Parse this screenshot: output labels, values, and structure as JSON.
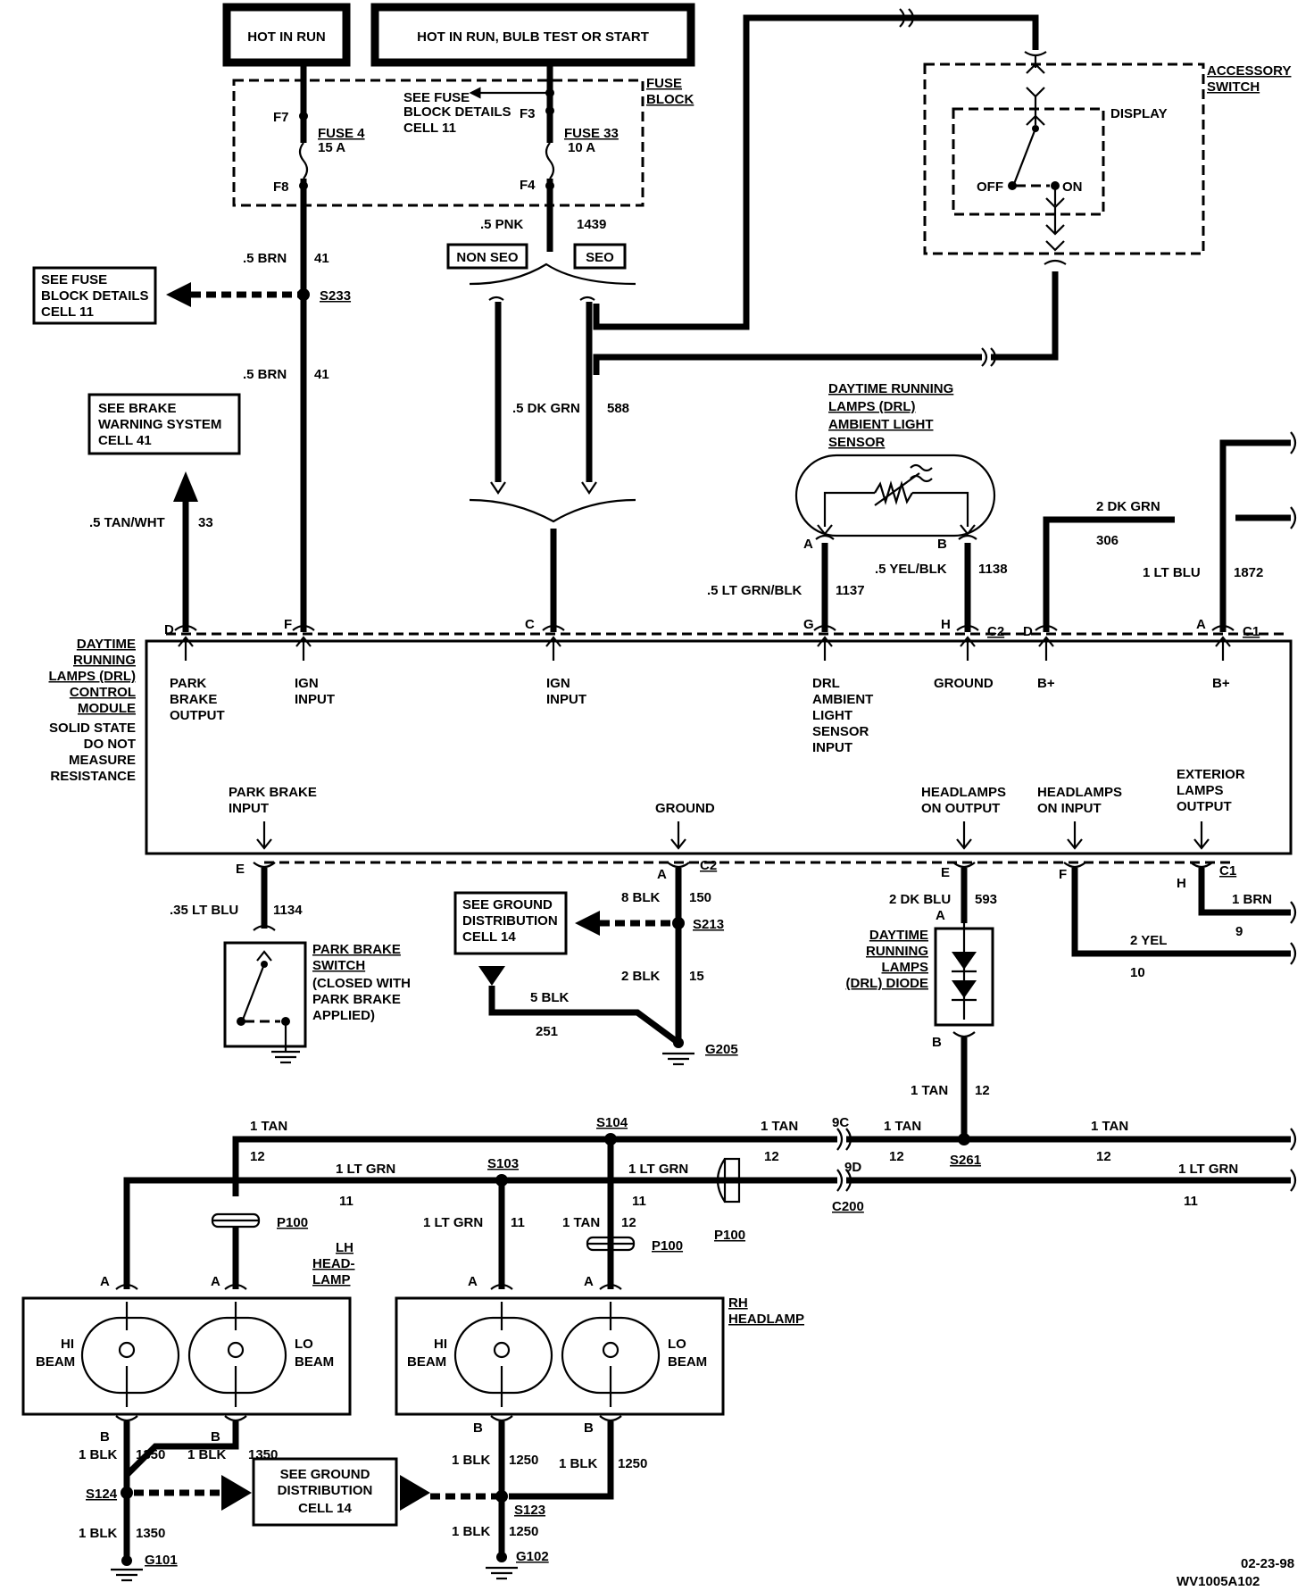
{
  "top_boxes": {
    "hot_in_run": "HOT IN RUN",
    "hot_in_run_bulb": "HOT IN RUN, BULB TEST OR START"
  },
  "fuse_block": {
    "title_1": "FUSE",
    "title_2": "BLOCK",
    "f7": "F7",
    "f8": "F8",
    "f3": "F3",
    "f4": "F4",
    "fuse4_name": "FUSE 4",
    "fuse4_amp": "15 A",
    "fuse33_name": "FUSE 33",
    "fuse33_amp": "10 A",
    "see_1": "SEE FUSE",
    "see_2": "BLOCK DETAILS",
    "see_3": "CELL 11"
  },
  "wires": {
    "brn41_size": ".5 BRN",
    "brn41_num": "41",
    "pnk_size": ".5 PNK",
    "pnk_num": "1439",
    "dkgrn_size": ".5 DK GRN",
    "dkgrn_num": "588",
    "tanwht_size": ".5 TAN/WHT",
    "tanwht_num": "33",
    "ltgrnblk_size": ".5 LT GRN/BLK",
    "ltgrnblk_num": "1137",
    "yelblk_size": ".5 YEL/BLK",
    "yelblk_num": "1138",
    "dkgrn2_size": "2 DK GRN",
    "dkgrn2_num": "306",
    "ltblu1_size": "1 LT BLU",
    "ltblu1_num": "1872",
    "ltblu35_size": ".35 LT BLU",
    "ltblu35_num": "1134",
    "blk8_size": "8 BLK",
    "blk8_num": "150",
    "blk2_size": "2 BLK",
    "blk2_num": "15",
    "blk5_size": "5 BLK",
    "blk5_num": "251",
    "dkblu_size": "2 DK BLU",
    "dkblu_num": "593",
    "brn1_size": "1 BRN",
    "brn1_num": "9",
    "yel2_size": "2 YEL",
    "yel2_num": "10",
    "tan1_size": "1 TAN",
    "tan1_num": "12",
    "ltgrn1_size": "1 LT GRN",
    "ltgrn1_num": "11",
    "blk1_size": "1 BLK",
    "blk1350": "1350",
    "blk1250": "1250"
  },
  "options": {
    "non_seo": "NON SEO",
    "seo": "SEO"
  },
  "splices": {
    "s233": "S233",
    "s213": "S213",
    "s104": "S104",
    "s103": "S103",
    "s261": "S261",
    "s124": "S124",
    "s123": "S123",
    "g205": "G205",
    "g101": "G101",
    "g102": "G102",
    "p100": "P100",
    "c200": "C200",
    "c9": "9C",
    "c9d": "9D"
  },
  "refs": {
    "fuse_ref_1": "SEE FUSE",
    "fuse_ref_2": "BLOCK DETAILS",
    "fuse_ref_3": "CELL 11",
    "brake_ref_1": "SEE BRAKE",
    "brake_ref_2": "WARNING SYSTEM",
    "brake_ref_3": "CELL 41",
    "ground_ref_1": "SEE GROUND",
    "ground_ref_2": "DISTRIBUTION",
    "ground_ref_3": "CELL 14"
  },
  "accessory_switch": {
    "title_1": "ACCESSORY",
    "title_2": "SWITCH",
    "display": "DISPLAY",
    "off": "OFF",
    "on": "ON"
  },
  "sensor": {
    "title_1": "DAYTIME RUNNING",
    "title_2": "LAMPS (DRL)",
    "title_3": "AMBIENT LIGHT",
    "title_4": "SENSOR"
  },
  "module": {
    "name_1": "DAYTIME",
    "name_2": "RUNNING",
    "name_3": "LAMPS (DRL)",
    "name_4": "CONTROL",
    "name_5": "MODULE",
    "note_1": "SOLID STATE",
    "note_2": "DO NOT",
    "note_3": "MEASURE",
    "note_4": "RESISTANCE",
    "park_brake_output_1": "PARK",
    "park_brake_output_2": "BRAKE",
    "park_brake_output_3": "OUTPUT",
    "ign_input_1": "IGN",
    "ign_input_2": "INPUT",
    "drl_sensor_1": "DRL",
    "drl_sensor_2": "AMBIENT",
    "drl_sensor_3": "LIGHT",
    "drl_sensor_4": "SENSOR",
    "drl_sensor_5": "INPUT",
    "ground": "GROUND",
    "bplus": "B+",
    "park_brake_input_1": "PARK BRAKE",
    "park_brake_input_2": "INPUT",
    "hl_on_output_1": "HEADLAMPS",
    "hl_on_output_2": "ON OUTPUT",
    "hl_on_input_1": "HEADLAMPS",
    "hl_on_input_2": "ON INPUT",
    "ext_lamps_1": "EXTERIOR",
    "ext_lamps_2": "LAMPS",
    "ext_lamps_3": "OUTPUT"
  },
  "pins": {
    "D": "D",
    "F": "F",
    "C": "C",
    "G": "G",
    "H": "H",
    "A": "A",
    "B": "B",
    "E": "E",
    "C1": "C1",
    "C2": "C2"
  },
  "park_brake_switch": {
    "title_1": "PARK BRAKE",
    "title_2": "SWITCH",
    "desc_1": "(CLOSED WITH",
    "desc_2": "PARK BRAKE",
    "desc_3": "APPLIED)"
  },
  "drl_diode": {
    "title_1": "DAYTIME",
    "title_2": "RUNNING",
    "title_3": "LAMPS",
    "title_4": "(DRL) DIODE"
  },
  "headlamps": {
    "lh_1": "LH",
    "lh_2": "HEAD-",
    "lh_3": "LAMP",
    "rh_1": "RH",
    "rh_2": "HEADLAMP",
    "hi_1": "HI",
    "hi_2": "BEAM",
    "lo_1": "LO",
    "lo_2": "BEAM"
  },
  "footer": {
    "date": "02-23-98",
    "code": "WV1005A102"
  }
}
